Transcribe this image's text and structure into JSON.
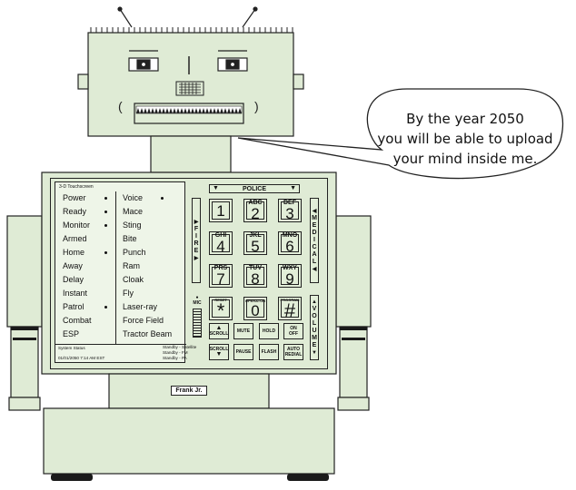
{
  "speech_bubble": {
    "lines": [
      "By the year 2050",
      "you will be able to upload",
      "your mind inside me."
    ]
  },
  "name_plate": "Frank Jr.",
  "touchscreen": {
    "title": "3-D Touchscreen",
    "left_menu": [
      {
        "label": "Power",
        "active": true
      },
      {
        "label": "Ready",
        "active": true
      },
      {
        "label": "Monitor",
        "active": true
      },
      {
        "label": "Armed",
        "active": false
      },
      {
        "label": "Home",
        "active": true
      },
      {
        "label": "Away",
        "active": false
      },
      {
        "label": "Delay",
        "active": false
      },
      {
        "label": "Instant",
        "active": false
      },
      {
        "label": "Patrol",
        "active": true
      },
      {
        "label": "Combat",
        "active": false
      },
      {
        "label": "ESP",
        "active": false
      }
    ],
    "right_menu": [
      {
        "label": "Voice",
        "active": true
      },
      {
        "label": "Mace",
        "active": false
      },
      {
        "label": "Sting",
        "active": false
      },
      {
        "label": "Bite",
        "active": false
      },
      {
        "label": "Punch",
        "active": false
      },
      {
        "label": "Ram",
        "active": false
      },
      {
        "label": "Cloak",
        "active": false
      },
      {
        "label": "Fly",
        "active": false
      },
      {
        "label": "Laser-ray",
        "active": false
      },
      {
        "label": "Force Field",
        "active": false
      },
      {
        "label": "Tractor Beam",
        "active": false
      }
    ],
    "status": {
      "label": "System Status",
      "datetime": "01/01/2050   7:14 AM    EST",
      "standby": [
        "Standby - Satellite",
        "Standby - FM",
        "Standby - PA"
      ]
    }
  },
  "keypad": {
    "police_label": "POLICE",
    "fire_label": [
      "F",
      "I",
      "R",
      "E"
    ],
    "medical_label": [
      "M",
      "E",
      "D",
      "I",
      "C",
      "A",
      "L"
    ],
    "volume_label": [
      "V",
      "O",
      "L",
      "U",
      "M",
      "E"
    ],
    "mic_label": "MIC",
    "keys": [
      {
        "letters": "",
        "num": "1"
      },
      {
        "letters": "ABC",
        "num": "2"
      },
      {
        "letters": "DEF",
        "num": "3"
      },
      {
        "letters": "GHI",
        "num": "4"
      },
      {
        "letters": "JKL",
        "num": "5"
      },
      {
        "letters": "MNO",
        "num": "6"
      },
      {
        "letters": "PRS",
        "num": "7"
      },
      {
        "letters": "TUV",
        "num": "8"
      },
      {
        "letters": "WXY",
        "num": "9"
      },
      {
        "letters": "RESET",
        "num": "*"
      },
      {
        "letters": "OPERATOR",
        "num": "0"
      },
      {
        "letters": "PROGRAM",
        "num": "#"
      }
    ],
    "function_keys": {
      "scroll_up": "SCROLL",
      "mute": "MUTE",
      "hold": "HOLD",
      "on_off": [
        "ON",
        "OFF"
      ],
      "scroll_down": "SCROLL",
      "pause": "PAUSE",
      "flash": "FLASH",
      "auto_redial": [
        "AUTO",
        "REDIAL"
      ]
    }
  },
  "colors": {
    "robot_body": "#dfebd5",
    "outline": "#222222",
    "feet": "#1a1a1a"
  }
}
